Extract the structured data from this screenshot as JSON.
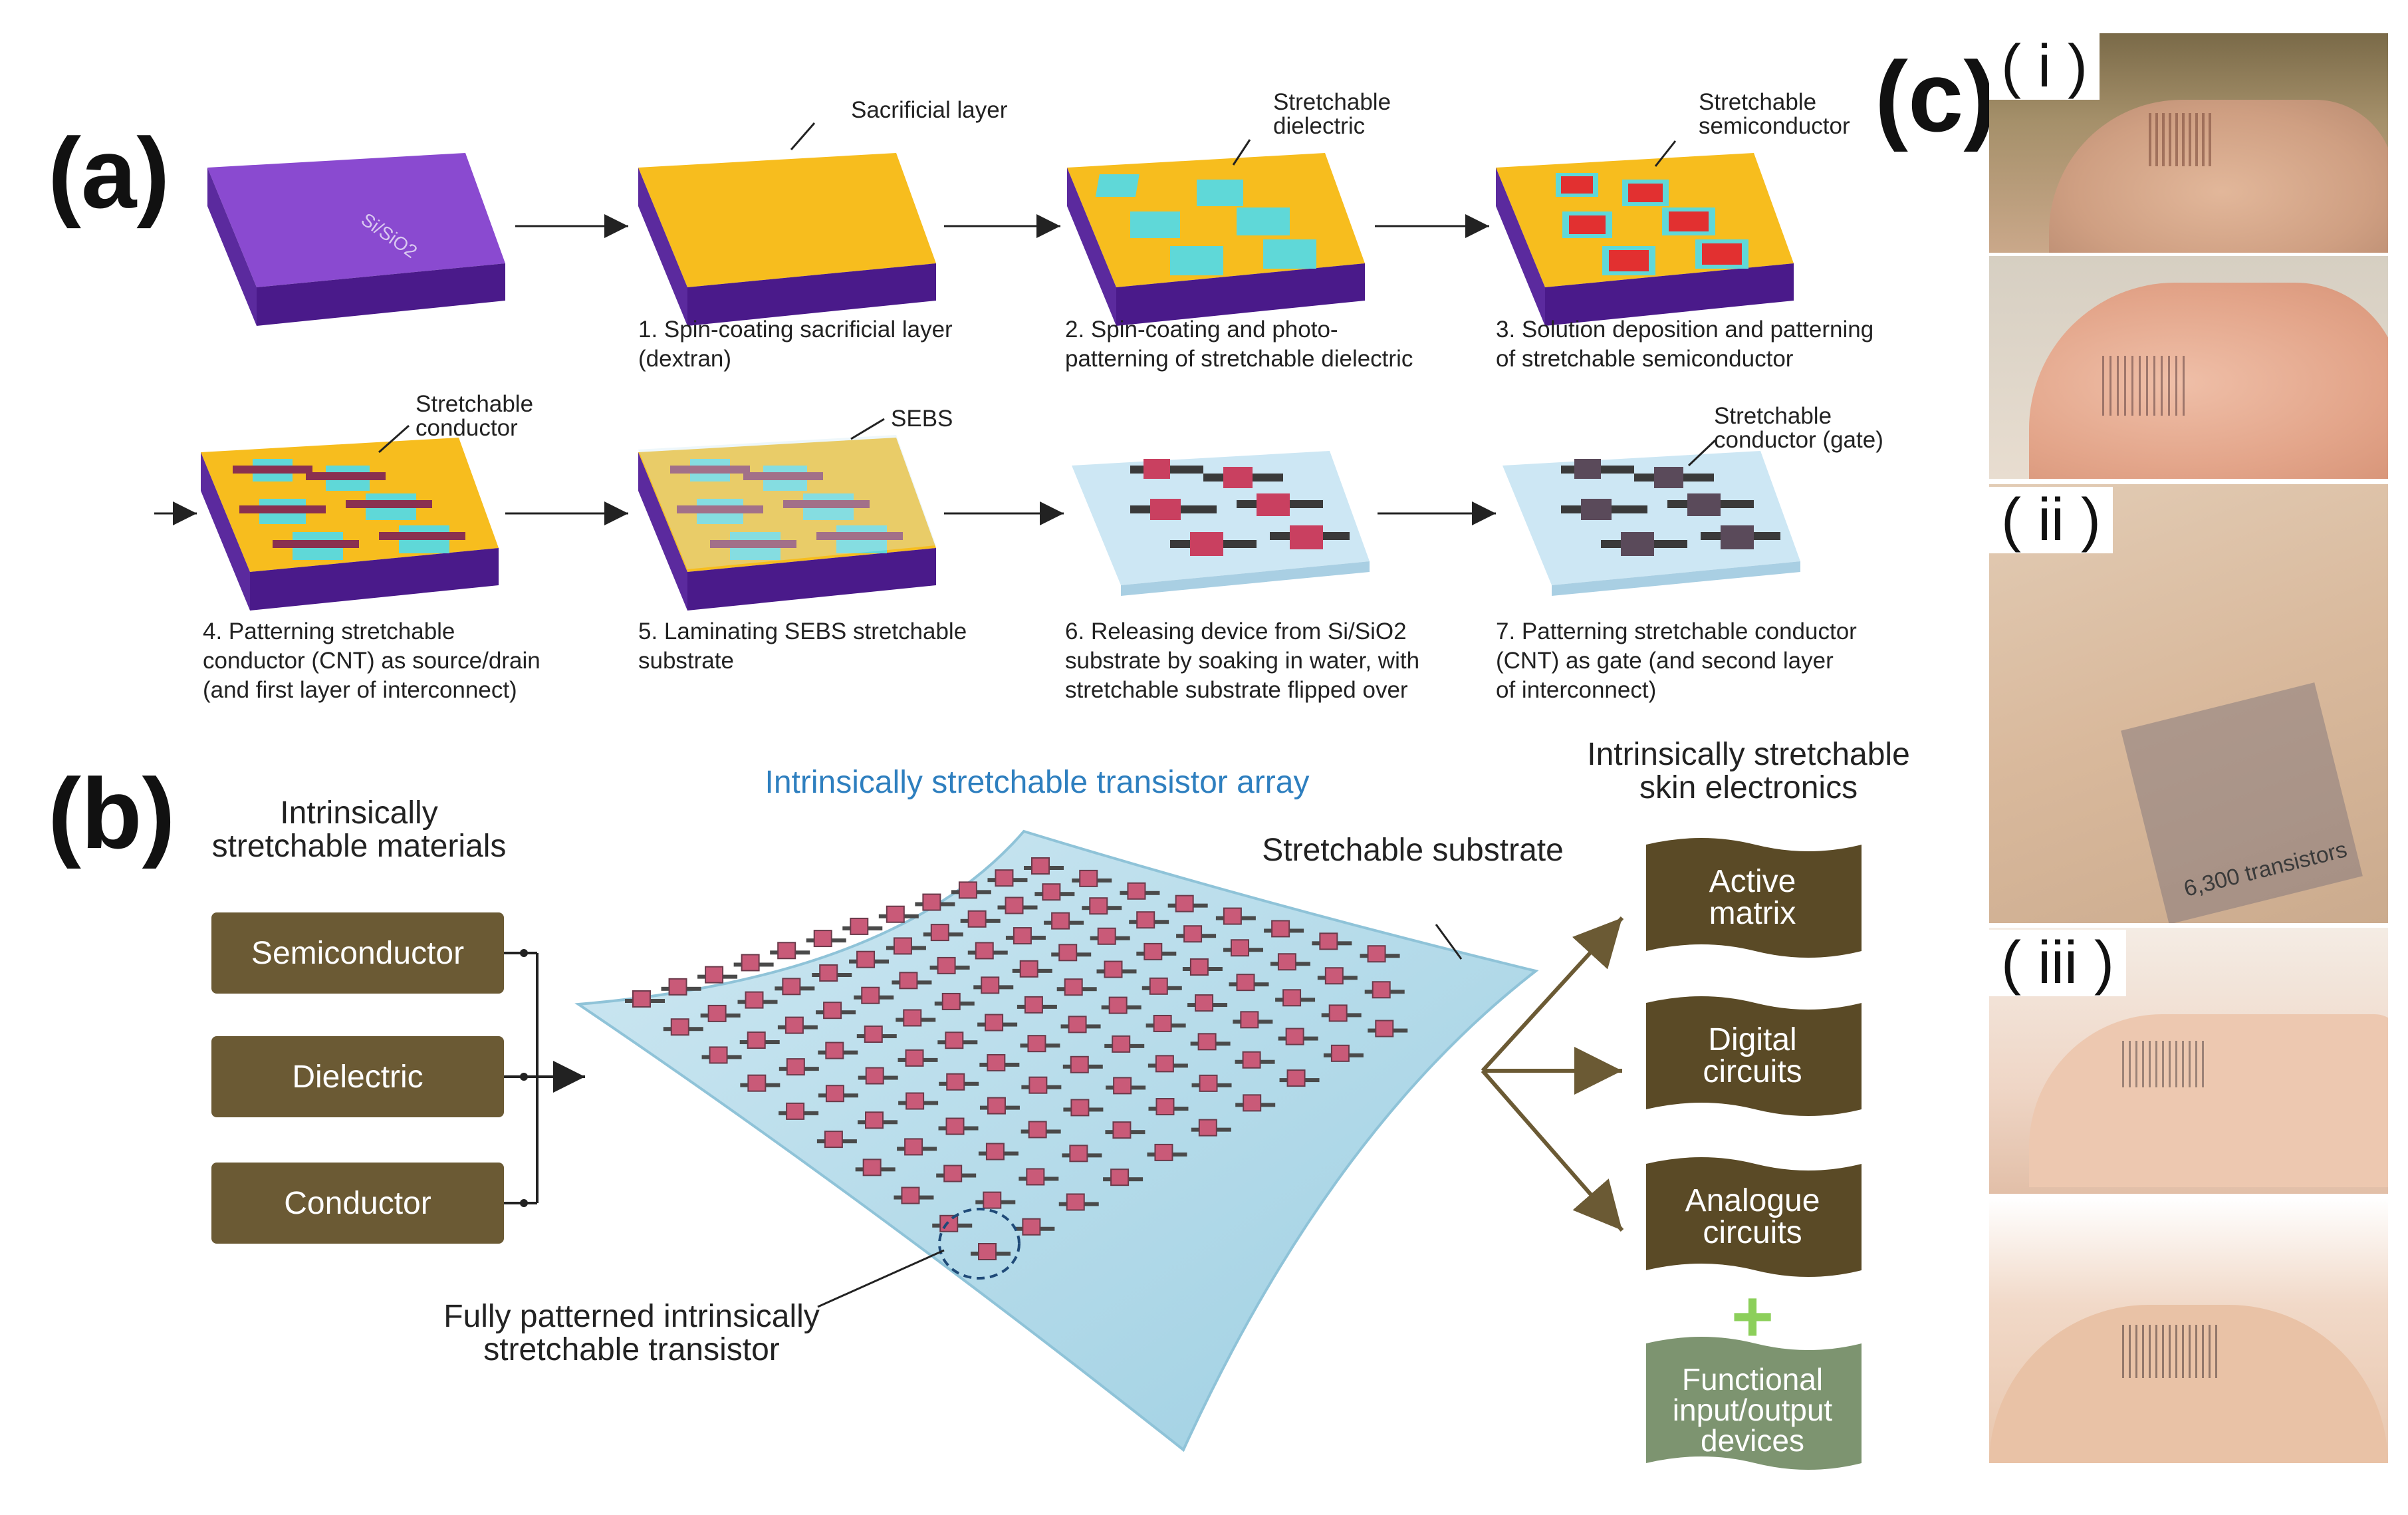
{
  "panel_a": {
    "label": "(a)",
    "substrate_text": "Si/SiO2",
    "callouts": {
      "sacrificial": "Sacrificial layer",
      "dielectric": "Stretchable\ndielectric",
      "semiconductor": "Stretchable\nsemiconductor",
      "conductor": "Stretchable\nconductor",
      "sebs": "SEBS",
      "gate": "Stretchable\nconductor (gate)"
    },
    "steps": [
      "1. Spin-coating sacrificial layer\n(dextran)",
      "2. Spin-coating and photo-\npatterning of stretchable dielectric",
      "3. Solution deposition and patterning\nof stretchable semiconductor",
      "4. Patterning stretchable\nconductor (CNT) as source/drain\n(and first layer of interconnect)",
      "5. Laminating SEBS stretchable\nsubstrate",
      "6. Releasing device from Si/SiO2\nsubstrate by soaking in water, with\nstretchable substrate flipped over",
      "7. Patterning stretchable conductor\n(CNT) as gate (and second layer\nof interconnect)"
    ]
  },
  "panel_b": {
    "label": "(b)",
    "materials_title": "Intrinsically\nstretchable materials",
    "materials": [
      "Semiconductor",
      "Dielectric",
      "Conductor"
    ],
    "array_title": "Intrinsically stretchable transistor array",
    "substrate_label": "Stretchable substrate",
    "transistor_label": "Fully patterned intrinsically\nstretchable transistor",
    "electronics_title": "Intrinsically stretchable\nskin electronics",
    "outputs": [
      "Active\nmatrix",
      "Digital\ncircuits",
      "Analogue\ncircuits"
    ],
    "functional": "Functional\ninput/output\ndevices",
    "plus": "+"
  },
  "panel_c": {
    "label": "(c)",
    "subpanels": [
      "( i )",
      "( ii )",
      "( iii )"
    ],
    "photo_text": "6,300 transistors"
  },
  "colors": {
    "substrate_top": "#7b3fbf",
    "substrate_side": "#4a1a8a",
    "sacrificial": "#f6b91a",
    "dielectric": "#5fd8d8",
    "semiconductor": "#e23030",
    "material_box": "#6b5a34",
    "array_title": "#2e7fbf",
    "flag": "#5a4a26",
    "functional_flag": "#7d9470",
    "plus": "#8ccf5a",
    "arrow": "#6b5a34"
  }
}
